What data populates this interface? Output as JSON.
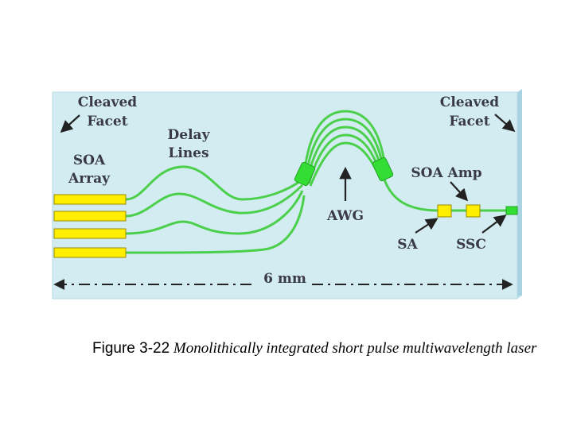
{
  "labels": {
    "cleaved_facet_left": [
      "Cleaved",
      "Facet"
    ],
    "cleaved_facet_right": [
      "Cleaved",
      "Facet"
    ],
    "delay_lines": [
      "Delay",
      "Lines"
    ],
    "soa_array": [
      "SOA",
      "Array"
    ],
    "awg": "AWG",
    "soa_amp": "SOA Amp",
    "sa": "SA",
    "ssc": "SSC",
    "dimension": "6 mm"
  },
  "caption": {
    "number": "Figure 3-22",
    "text": "Monolithically integrated short pulse multiwavelength laser"
  },
  "colors": {
    "chip_fill": "#d2ecf2",
    "chip_edge": "#a9d3e0",
    "waveguide": "#4cd04c",
    "coupler": "#33dd33",
    "soa_fill": "#ffee00",
    "soa_stroke": "#9a8a00",
    "label_text": "#3a3a46"
  }
}
